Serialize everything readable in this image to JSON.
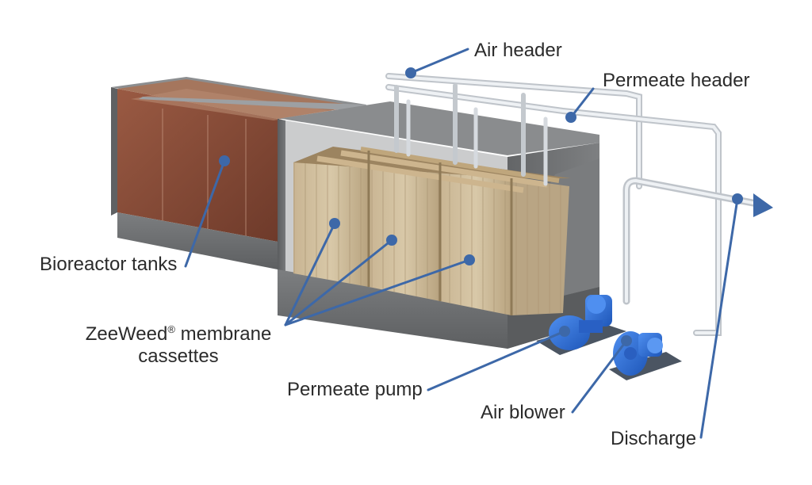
{
  "labels": {
    "air_header": "Air header",
    "permeate_header": "Permeate header",
    "bioreactor_tanks": "Bioreactor tanks",
    "cassettes_line1_a": "ZeeWeed",
    "cassettes_reg": "®",
    "cassettes_line1_b": " membrane",
    "cassettes_line2": "cassettes",
    "permeate_pump": "Permeate pump",
    "air_blower": "Air blower",
    "discharge": "Discharge"
  },
  "colors": {
    "callout": "#3d68a8",
    "equipment_blue": "#2f6fd4",
    "tank_gray": "#6f7173",
    "sludge": "#8a4a36",
    "cassette_tan": "#cbb89a",
    "pipe": "#d9dde2"
  }
}
